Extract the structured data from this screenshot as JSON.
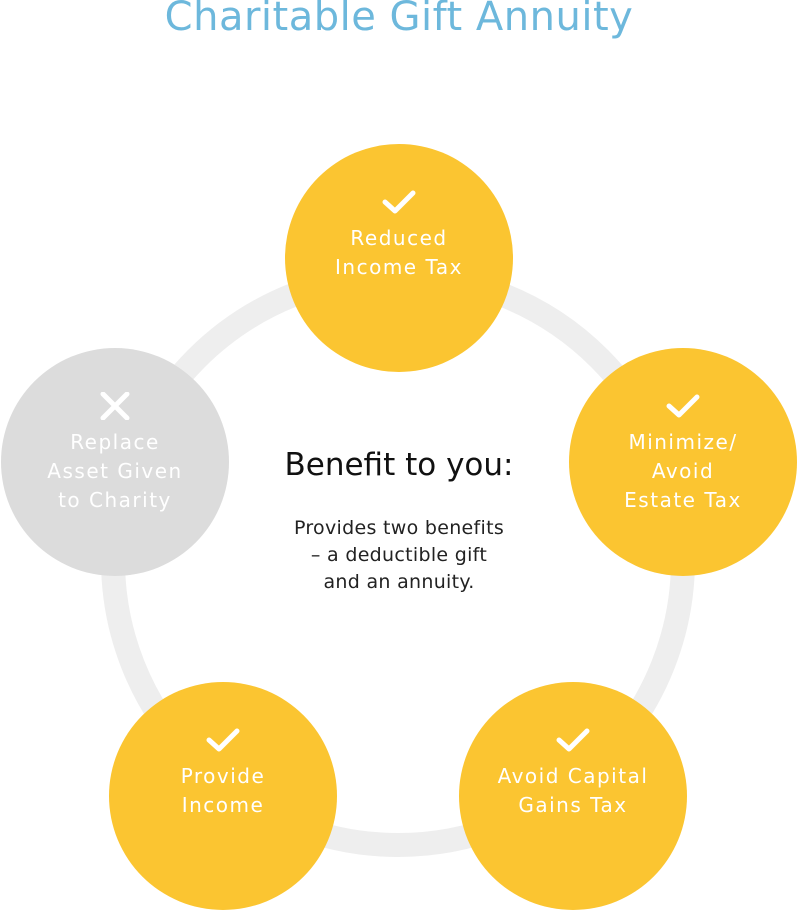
{
  "title": "Charitable Gift Annuity",
  "center": {
    "heading": "Benefit to you:",
    "body_lines": [
      "Provides two benefits",
      "– a deductible gift",
      "and an annuity."
    ]
  },
  "nodes": [
    {
      "id": "top",
      "status": "check",
      "icon": "check-icon",
      "lines": [
        "Reduced",
        "Income Tax"
      ]
    },
    {
      "id": "right",
      "status": "check",
      "icon": "check-icon",
      "lines": [
        "Minimize/",
        "Avoid",
        "Estate Tax"
      ]
    },
    {
      "id": "bottom-right",
      "status": "check",
      "icon": "check-icon",
      "lines": [
        "Avoid Capital",
        "Gains Tax"
      ]
    },
    {
      "id": "bottom-left",
      "status": "check",
      "icon": "check-icon",
      "lines": [
        "Provide",
        "Income"
      ]
    },
    {
      "id": "left",
      "status": "cross",
      "icon": "x-icon",
      "lines": [
        "Replace",
        "Asset Given",
        "to Charity"
      ]
    }
  ],
  "colors": {
    "title": "#6db8dc",
    "benefit_yes": "#fbc531",
    "benefit_no": "#dcdcdc",
    "ring": "#eeeeee"
  }
}
